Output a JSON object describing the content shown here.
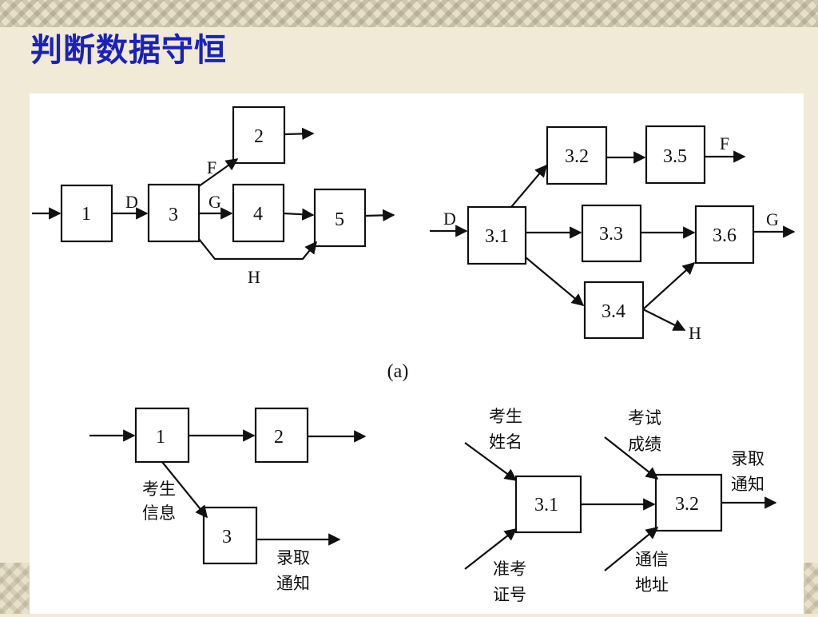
{
  "slide": {
    "title": "判断数据守恒"
  },
  "figure": {
    "caption": "(a)",
    "diagram1": {
      "boxes": [
        "1",
        "2",
        "3",
        "4",
        "5"
      ],
      "flows": {
        "d": "D",
        "f": "F",
        "g": "G",
        "h": "H"
      }
    },
    "diagram2": {
      "boxes": [
        "3.1",
        "3.2",
        "3.3",
        "3.4",
        "3.5",
        "3.6"
      ],
      "flows": {
        "d": "D",
        "f": "F",
        "g": "G",
        "h": "H"
      }
    },
    "diagram3": {
      "boxes": [
        "1",
        "2",
        "3"
      ],
      "labels": {
        "info_l1": "考生",
        "info_l2": "信息",
        "notice_l1": "录取",
        "notice_l2": "通知"
      }
    },
    "diagram4": {
      "boxes": [
        "3.1",
        "3.2"
      ],
      "labels": {
        "name_l1": "考生",
        "name_l2": "姓名",
        "ticket_l1": "准考",
        "ticket_l2": "证号",
        "score_l1": "考试",
        "score_l2": "成绩",
        "addr_l1": "通信",
        "addr_l2": "地址",
        "notice_l1": "录取",
        "notice_l2": "通知"
      }
    }
  }
}
